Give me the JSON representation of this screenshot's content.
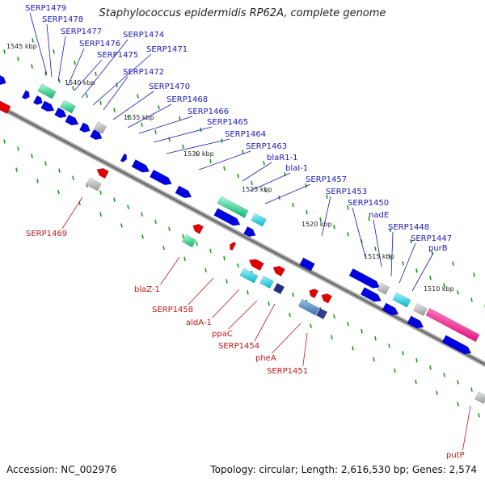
{
  "title": "Staphylococcus epidermidis RP62A, complete genome",
  "footer": {
    "accession": "Accession: NC_002976",
    "summary": "Topology: circular; Length: 2,616,530 bp; Genes: 2,574"
  },
  "colors": {
    "forward": "#0000e0",
    "reverse": "#e00000",
    "backbone": "#888888",
    "tick": "#1a9a1a",
    "pink": "#e8198c",
    "cyan": "#00c8d8",
    "green": "#20c080",
    "orange": "#f08c00",
    "grey": "#777777"
  },
  "scale": [
    {
      "label": "1545 kbp"
    },
    {
      "label": "1540 kbp"
    },
    {
      "label": "1535 kbp"
    },
    {
      "label": "1530 kbp"
    },
    {
      "label": "1525 kbp"
    },
    {
      "label": "1520 kbp"
    },
    {
      "label": "1515 kbp"
    },
    {
      "label": "1510 kbp"
    }
  ],
  "forward_labels": [
    "SERP1479",
    "SERP1478",
    "SERP1477",
    "SERP1476",
    "SERP1475",
    "SERP1474",
    "SERP1471",
    "SERP1472",
    "SERP1470",
    "SERP1468",
    "SERP1466",
    "SERP1465",
    "SERP1464",
    "SERP1463",
    "blaR1-1",
    "blaI-1",
    "SERP1457",
    "SERP1453",
    "SERP1450",
    "nadE",
    "SERP1448",
    "SERP1447",
    "purB"
  ],
  "reverse_labels": [
    "SERP1469",
    "blaZ-1",
    "SERP1458",
    "aldA-1",
    "ppaC",
    "SERP1454",
    "pheA",
    "SERP1451",
    "putP"
  ]
}
